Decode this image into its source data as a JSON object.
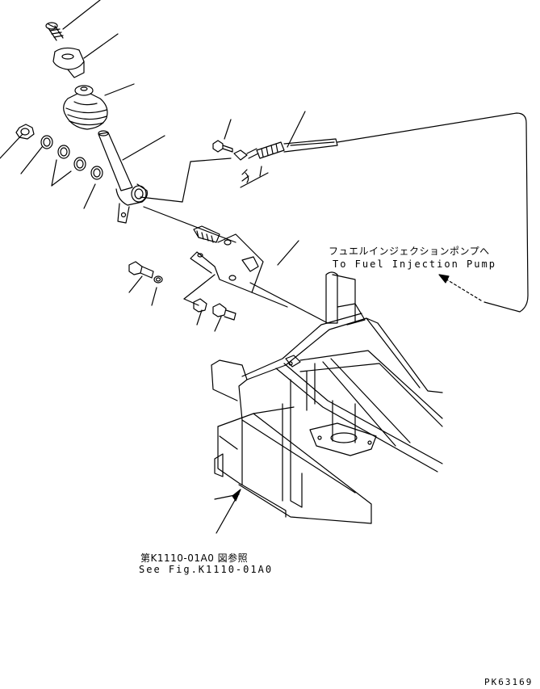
{
  "diagram": {
    "callout_fuel_pump_jp": "フュエルインジェクションポンプへ",
    "callout_fuel_pump_en": "To Fuel Injection Pump",
    "callout_ref_jp": "第K1110-01A0 図参照",
    "callout_ref_en": "See Fig.K1110-01A0",
    "drawing_code": "PK63169"
  }
}
